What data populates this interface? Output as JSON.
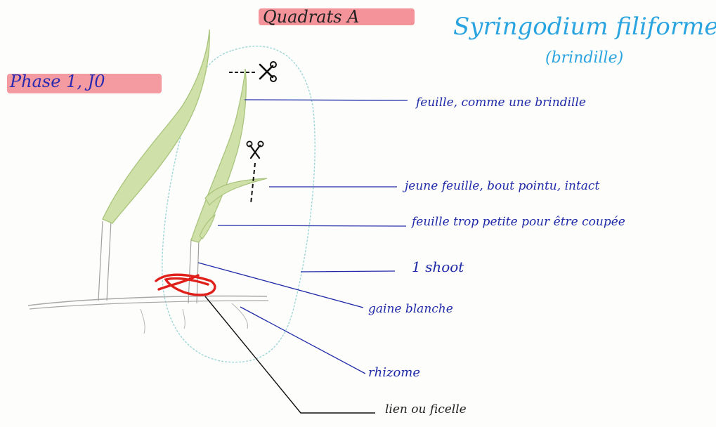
{
  "header": {
    "quadrat": "Quadrats A",
    "species": "Syringodium filiforme",
    "common_name": "(brindille)",
    "phase": "Phase 1, J0"
  },
  "labels": {
    "leaf": "feuille, comme une brindille",
    "young_leaf": "jeune feuille, bout pointu, intact",
    "small_leaf": "feuille trop petite pour être coupée",
    "shoot": "1 shoot",
    "sheath": "gaine blanche",
    "rhizome": "rhizome",
    "tie": "lien ou ficelle"
  },
  "colors": {
    "label_ink": "#1f2aa8",
    "title_ink": "#2aa4e0",
    "highlight": "#f0707a",
    "leaf_green": "#b7cf8e",
    "tie_red": "#e0201a",
    "outline_cyan": "#9fd6d8"
  },
  "icons": [
    "scissors-icon",
    "scissors-icon"
  ]
}
